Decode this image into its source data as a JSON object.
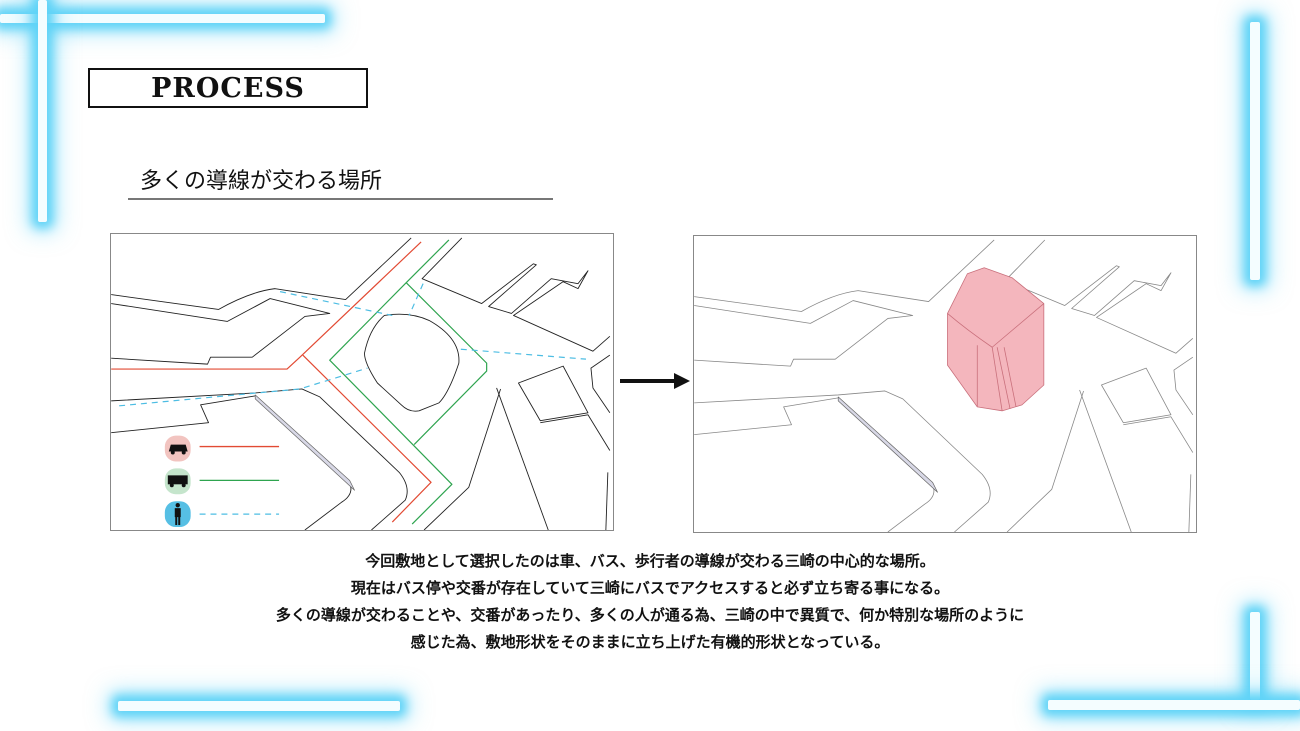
{
  "title": "PROCESS",
  "heading": "多くの導線が交わる場所",
  "legend": [
    {
      "icon": "car-icon",
      "color": "#e24a33",
      "bg": "#f2c4c0",
      "line": "solid"
    },
    {
      "icon": "bus-icon",
      "color": "#2ea44f",
      "bg": "#c5e5cc",
      "line": "solid"
    },
    {
      "icon": "pedestrian-icon",
      "color": "#4dbde3",
      "bg": "#56bfe4",
      "line": "dashed"
    }
  ],
  "description": [
    "今回敷地として選択したのは車、バス、歩行者の導線が交わる三崎の中心的な場所。",
    "現在はバス停や交番が存在していて三崎にバスでアクセスすると必ず立ち寄る事になる。",
    "多くの導線が交わることや、交番があったり、多くの人が通る為、三崎の中で異質で、何か特別な場所のように",
    "感じた為、敷地形状をそのままに立ち上げた有機的形状となっている。"
  ],
  "colors": {
    "accent_glow": "#5fd3f7",
    "volume": "#f4b6bd"
  }
}
